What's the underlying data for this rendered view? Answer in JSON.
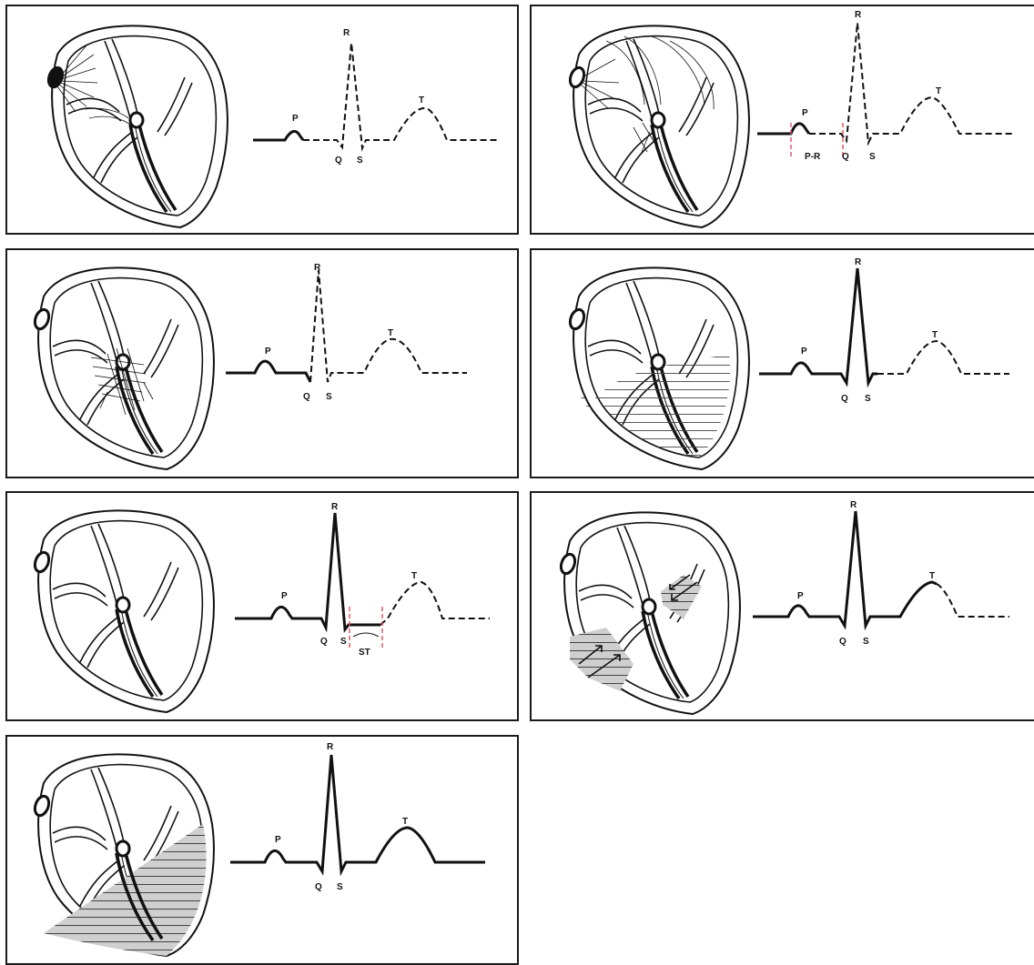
{
  "panels": [
    {
      "id": 1,
      "labels": {
        "p": "P",
        "q": "Q",
        "r": "R",
        "s": "S",
        "t": "T"
      }
    },
    {
      "id": 2,
      "labels": {
        "p": "P",
        "q": "Q",
        "r": "R",
        "s": "S",
        "t": "T"
      },
      "annotation": "P-R"
    },
    {
      "id": 3,
      "labels": {
        "p": "P",
        "q": "Q",
        "r": "R",
        "s": "S",
        "t": "T"
      }
    },
    {
      "id": 4,
      "labels": {
        "p": "P",
        "q": "Q",
        "r": "R",
        "s": "S",
        "t": "T"
      }
    },
    {
      "id": 5,
      "labels": {
        "p": "P",
        "q": "Q",
        "r": "R",
        "s": "S",
        "t": "T"
      },
      "annotation": "ST"
    },
    {
      "id": 6,
      "labels": {
        "p": "P",
        "q": "Q",
        "r": "R",
        "s": "S",
        "t": "T"
      }
    },
    {
      "id": 7,
      "labels": {
        "p": "P",
        "q": "Q",
        "r": "R",
        "s": "S",
        "t": "T"
      }
    }
  ],
  "colors": {
    "line": "#111111",
    "marker": "#e0505a",
    "shade": "#c8c8c8"
  }
}
